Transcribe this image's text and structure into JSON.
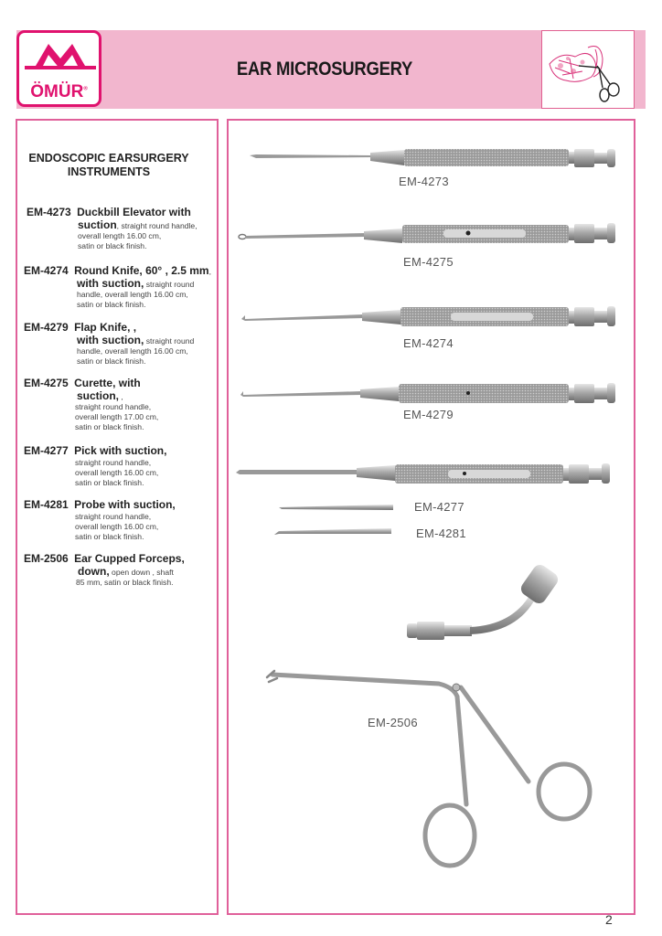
{
  "header": {
    "brand": "ÖMÜR",
    "registered": "®",
    "title": "EAR MICROSURGERY",
    "colors": {
      "brand_magenta": "#e0126e",
      "band_pink": "#f2b6ce",
      "border_pink": "#e0609a"
    }
  },
  "section": {
    "title_line1": "ENDOSCOPIC EARSURGERY",
    "title_line2": "INSTRUMENTS"
  },
  "items": [
    {
      "code": "EM-4273",
      "name_l1": "Duckbill Elevator with",
      "name_l2": "suction",
      "desc_l1": ", straight round handle,",
      "desc_l2": "overall length 16.00 cm,",
      "desc_l3": "satin or black finish."
    },
    {
      "code": "EM-4274",
      "name_l1": "Round Knife, 60° , 2.5 mm",
      "name_l1_tail": ",",
      "name_l2": "with suction,",
      "desc_l1": " straight round",
      "desc_l2": "handle, overall length 16.00 cm,",
      "desc_l3": "satin or black finish."
    },
    {
      "code": "EM-4279",
      "name_l1": "Flap Knife,  ,",
      "name_l2": "with suction,",
      "desc_l1": " straight round",
      "desc_l2": "handle, overall length 16.00 cm,",
      "desc_l3": "satin or black finish."
    },
    {
      "code": "EM-4275",
      "name_l1": "Curette,  with",
      "name_l2": "suction,",
      "name_l2_tail": "  ,",
      "desc_l1": "straight round handle,",
      "desc_l2": "overall length 17.00 cm,",
      "desc_l3": "satin or black finish."
    },
    {
      "code": "EM-4277",
      "name_l1": "Pick with suction,",
      "desc_l1": "straight round handle,",
      "desc_l2": "overall length 16.00 cm,",
      "desc_l3": "satin or black finish."
    },
    {
      "code": "EM-4281",
      "name_l1": "Probe with suction,",
      "desc_l1": "straight round handle,",
      "desc_l2": "overall length 16.00 cm,",
      "desc_l3": "satin or black finish."
    },
    {
      "code": "EM-2506",
      "name_l1": "Ear Cupped Forceps,",
      "name_l2": "down,",
      "desc_l1": " open down , shaft",
      "desc_l2": "85 mm, satin or black finish."
    }
  ],
  "figure_labels": {
    "em4273": "EM-4273",
    "em4275": "EM-4275",
    "em4274": "EM-4274",
    "em4279": "EM-4279",
    "em4277": "EM-4277",
    "em4281": "EM-4281",
    "em2506": "EM-2506"
  },
  "page_number": "2"
}
